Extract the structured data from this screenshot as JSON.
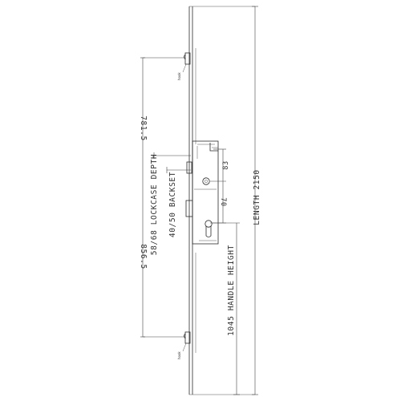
{
  "labels": {
    "dim_top_section": "781.5",
    "dim_bottom_section": "856.5",
    "lockcase_depth": "58/68 LOCKCASE DEPTH",
    "backset": "40/50 BACKSET",
    "handle_height": "1045 HANDLE HEIGHT",
    "length": "LENGTH 2150",
    "dim_83": "83",
    "dim_70": "70",
    "hook_tag_top": "hook",
    "hook_tag_bottom": "hook"
  }
}
